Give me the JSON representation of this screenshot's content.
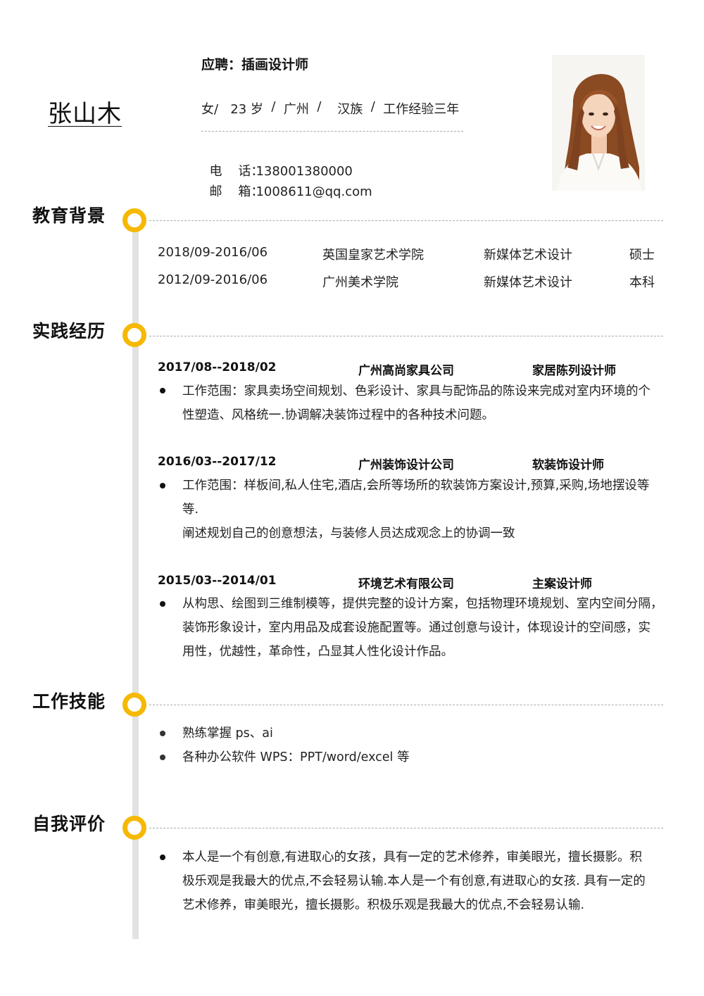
{
  "header": {
    "name": "张山木",
    "apply": "应聘：插画设计师",
    "info": [
      "女/",
      "23 岁",
      "/",
      "广州",
      "/",
      "汉族",
      "/",
      "工作经验三年"
    ],
    "phone_label": "电    话：",
    "phone": "138001380000",
    "email_label": "邮    箱：",
    "email": "1008611@qq.com"
  },
  "sections": {
    "education": "教育背景",
    "practice": "实践经历",
    "skills": "工作技能",
    "self": "自我评价"
  },
  "education": [
    {
      "period": "2018/09-2016/06",
      "school": "英国皇家艺术学院",
      "major": "新媒体艺术设计",
      "degree": "硕士"
    },
    {
      "period": "2012/09-2016/06",
      "school": "广州美术学院",
      "major": "新媒体艺术设计",
      "degree": "本科"
    }
  ],
  "jobs": [
    {
      "period": "2017/08--2018/02",
      "company": "广州高尚家具公司",
      "role": "家居陈列设计师",
      "desc": "工作范围：家具卖场空间规划、色彩设计、家具与配饰品的陈设来完成对室内环境的个\n性塑造、风格统一.协调解决装饰过程中的各种技术问题。"
    },
    {
      "period": "2016/03--2017/12",
      "company": "广州装饰设计公司",
      "role": "软装饰设计师",
      "desc": "工作范围：样板间,私人住宅,酒店,会所等场所的软装饰方案设计,预算,采购,场地摆设等\n等.\n阐述规划自己的创意想法，与装修人员达成观念上的协调一致"
    },
    {
      "period": "2015/03--2014/01",
      "company": "环境艺术有限公司",
      "role": "主案设计师",
      "desc": "从构思、绘图到三维制模等，提供完整的设计方案，包括物理环境规划、室内空间分隔，\n装饰形象设计，室内用品及成套设施配置等。通过创意与设计，体现设计的空间感，实\n用性，优越性，革命性，凸显其人性化设计作品。"
    }
  ],
  "skills": [
    "熟练掌握 ps、ai",
    "各种办公软件 WPS：PPT/word/excel  等"
  ],
  "self_eval": "本人是一个有创意,有进取心的女孩，具有一定的艺术修养，审美眼光，擅长摄影。积\n极乐观是我最大的优点,不会轻易认输.本人是一个有创意,有进取心的女孩. 具有一定的\n艺术修养，审美眼光，擅长摄影。积极乐观是我最大的优点,不会轻易认输.",
  "colors": {
    "accent": "#f6b800",
    "timeline": "#e2e2e2"
  }
}
